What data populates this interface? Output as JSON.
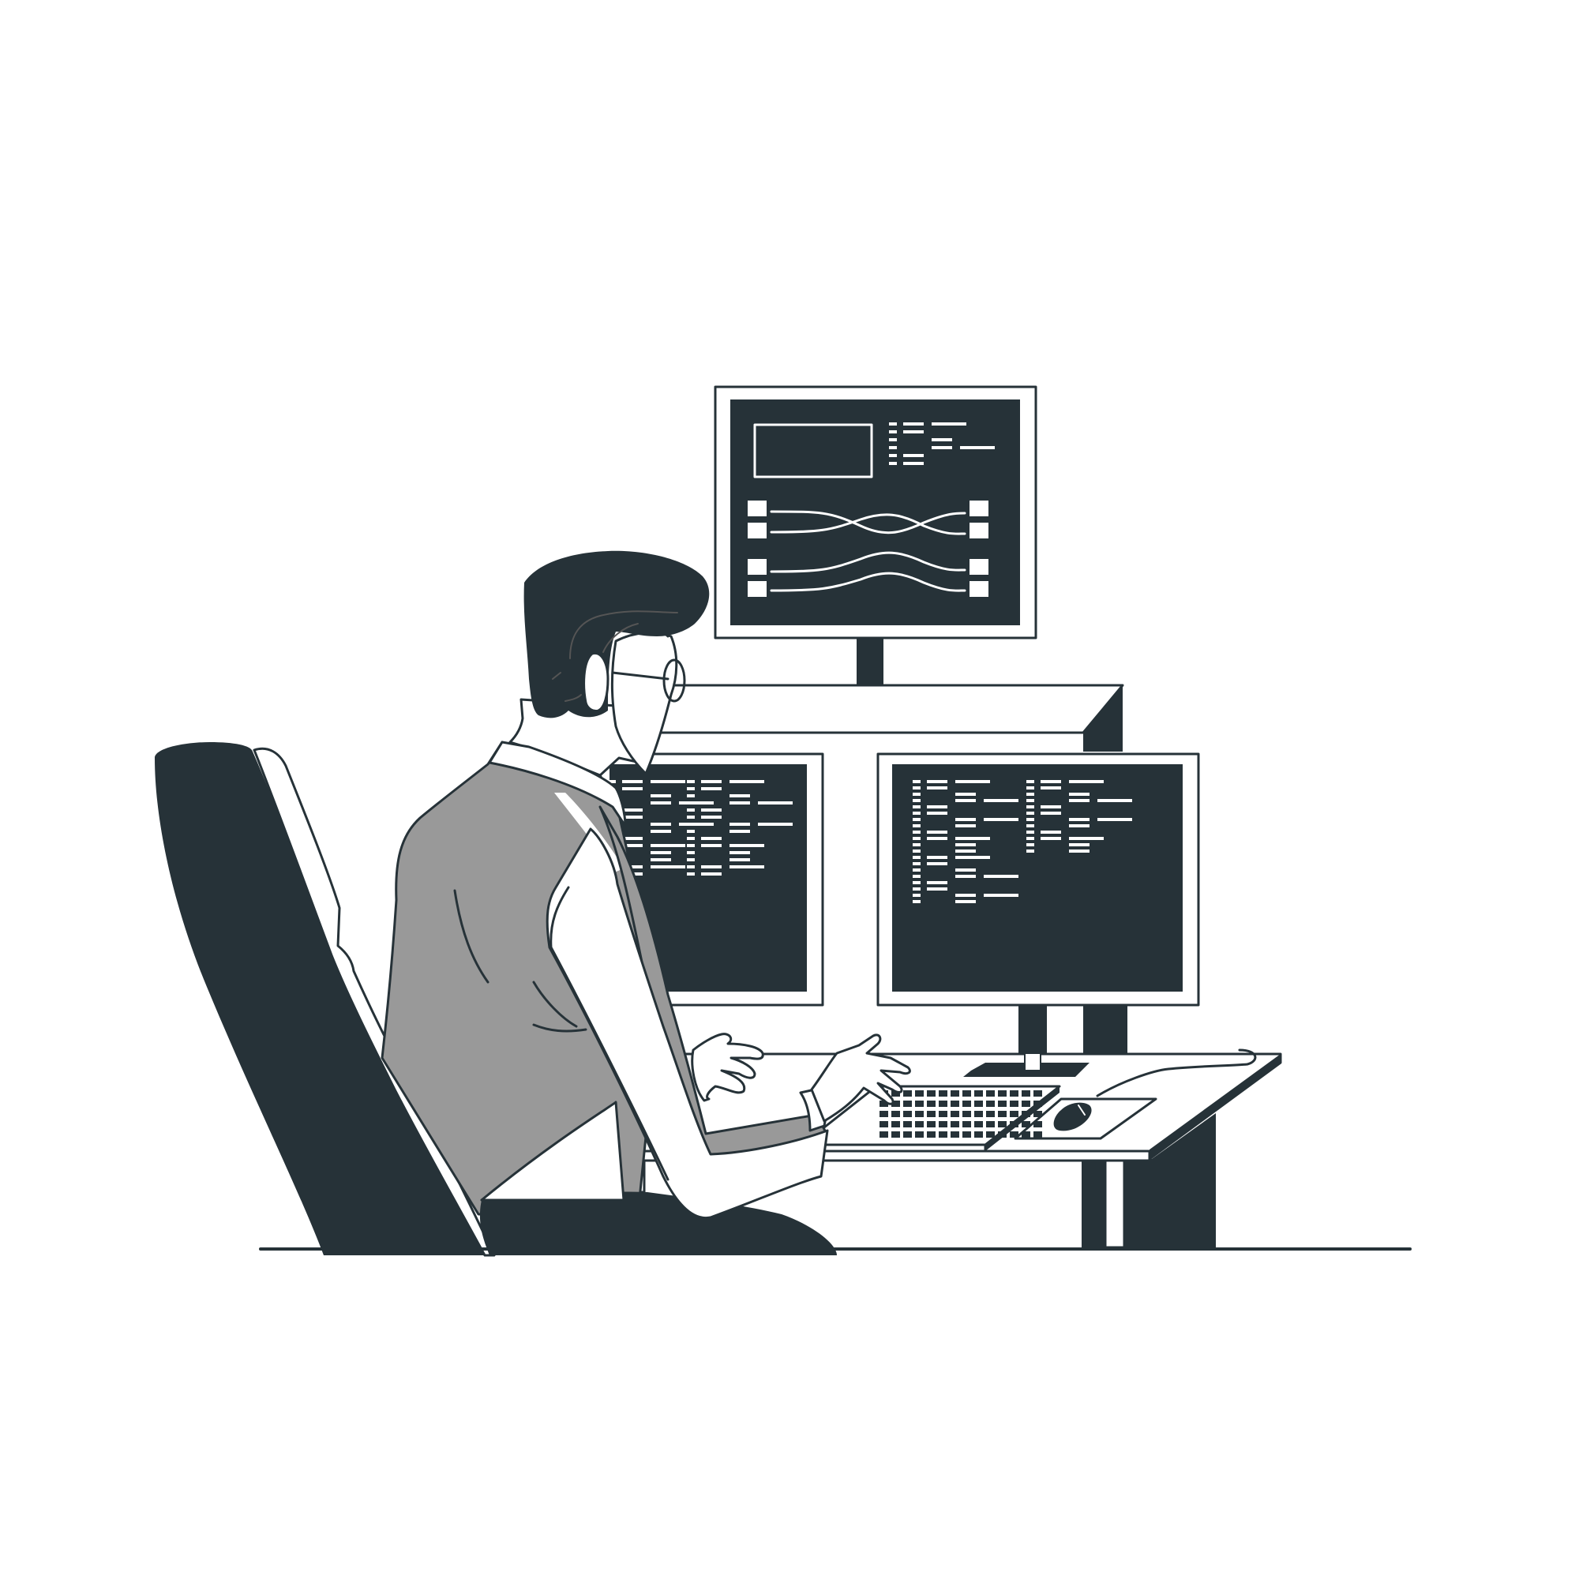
{
  "illustration": {
    "subject": "developer-at-multi-monitor-workstation",
    "palette": {
      "ink": "#263238",
      "gray": "#999999",
      "paper": "#ffffff"
    },
    "monitors": [
      "top-monitor",
      "left-monitor",
      "right-monitor"
    ],
    "icons": [
      "keyboard-icon",
      "mouse-icon",
      "office-chair-icon"
    ]
  }
}
